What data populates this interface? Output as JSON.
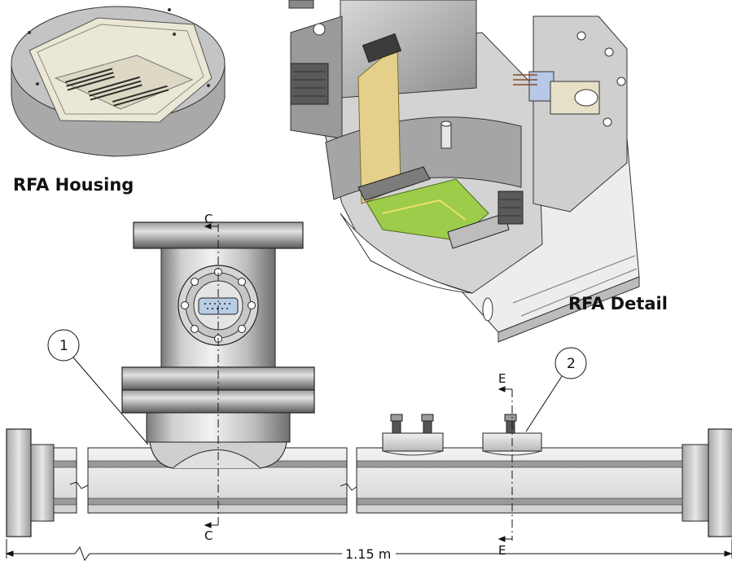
{
  "labels": {
    "housing_caption": "RFA Housing",
    "detail_caption": "RFA Detail",
    "section_c_top": "C",
    "section_c_bottom": "C",
    "section_e_top": "E",
    "section_e_bottom": "E",
    "callout_1": "1",
    "callout_2": "2",
    "length_dimension": "1.15 m"
  },
  "colors": {
    "steel_light": "#e6e6e6",
    "steel_mid": "#b4b4b4",
    "steel_dark": "#5e5e5e",
    "housing_beige": "#e8e4d2",
    "kapton": "#e4d08a",
    "pcb_green": "#9ccc4a",
    "outline": "#1a1a1a"
  }
}
